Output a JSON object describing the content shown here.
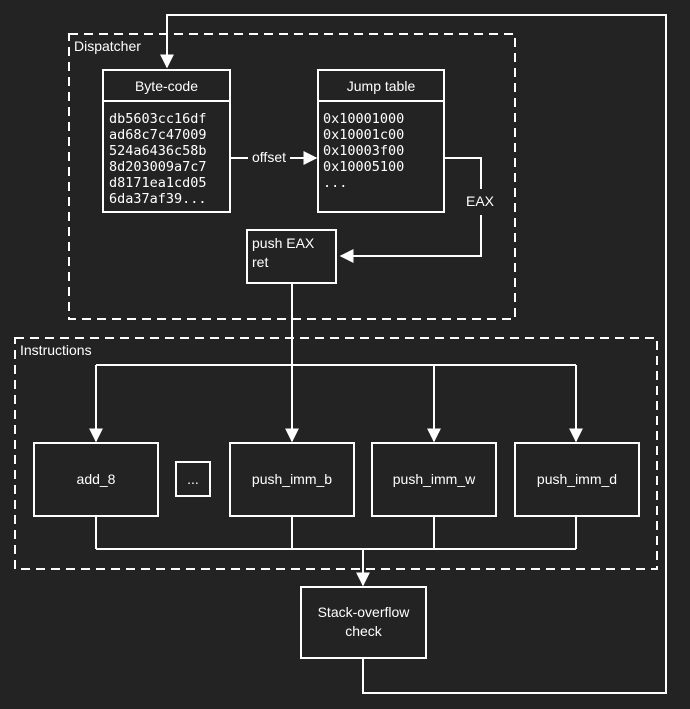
{
  "groups": {
    "dispatcher": "Dispatcher",
    "instructions": "Instructions"
  },
  "bytecode": {
    "title": "Byte-code",
    "lines": [
      "db5603cc16df",
      "ad68c7c47009",
      "524a6436c58b",
      "8d203009a7c7",
      "d8171ea1cd05",
      "6da37af39..."
    ]
  },
  "jumptable": {
    "title": "Jump table",
    "lines": [
      "0x10001000",
      "0x10001c00",
      "0x10003f00",
      "0x10005100",
      "..."
    ]
  },
  "edge_labels": {
    "offset": "offset",
    "eax": "EAX"
  },
  "push_ret": {
    "lines": [
      "push EAX",
      "ret"
    ]
  },
  "handlers": {
    "add": "add_8",
    "ellipsis": "...",
    "push_b": "push_imm_b",
    "push_w": "push_imm_w",
    "push_d": "push_imm_d"
  },
  "stack_check": {
    "lines": [
      "Stack-overflow",
      "check"
    ]
  }
}
